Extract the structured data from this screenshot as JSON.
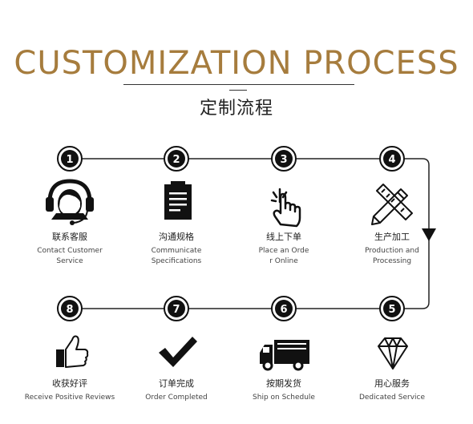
{
  "header": {
    "title": "CUSTOMIZATION PROCESS",
    "subtitle": "定制流程"
  },
  "steps": [
    {
      "num": "1",
      "cn": "联系客服",
      "en": "Contact  Customer\nService",
      "icon": "headset-icon"
    },
    {
      "num": "2",
      "cn": "沟通规格",
      "en": "Communicate\nSpecifications",
      "icon": "document-icon"
    },
    {
      "num": "3",
      "cn": "线上下单",
      "en": "Place an  Orde\nr Online",
      "icon": "pointer-hand-icon"
    },
    {
      "num": "4",
      "cn": "生产加工",
      "en": "Production and\nProcessing",
      "icon": "ruler-pencil-icon"
    },
    {
      "num": "5",
      "cn": "用心服务",
      "en": "Dedicated Service",
      "icon": "diamond-icon"
    },
    {
      "num": "6",
      "cn": "按期发货",
      "en": "Ship on Schedule",
      "icon": "truck-icon"
    },
    {
      "num": "7",
      "cn": "订单完成",
      "en": "Order Completed",
      "icon": "checkmark-icon"
    },
    {
      "num": "8",
      "cn": "收获好评",
      "en": "Receive Positive Reviews",
      "icon": "thumbs-up-icon"
    }
  ],
  "colors": {
    "title": "#a67c3d",
    "line": "#222222"
  }
}
